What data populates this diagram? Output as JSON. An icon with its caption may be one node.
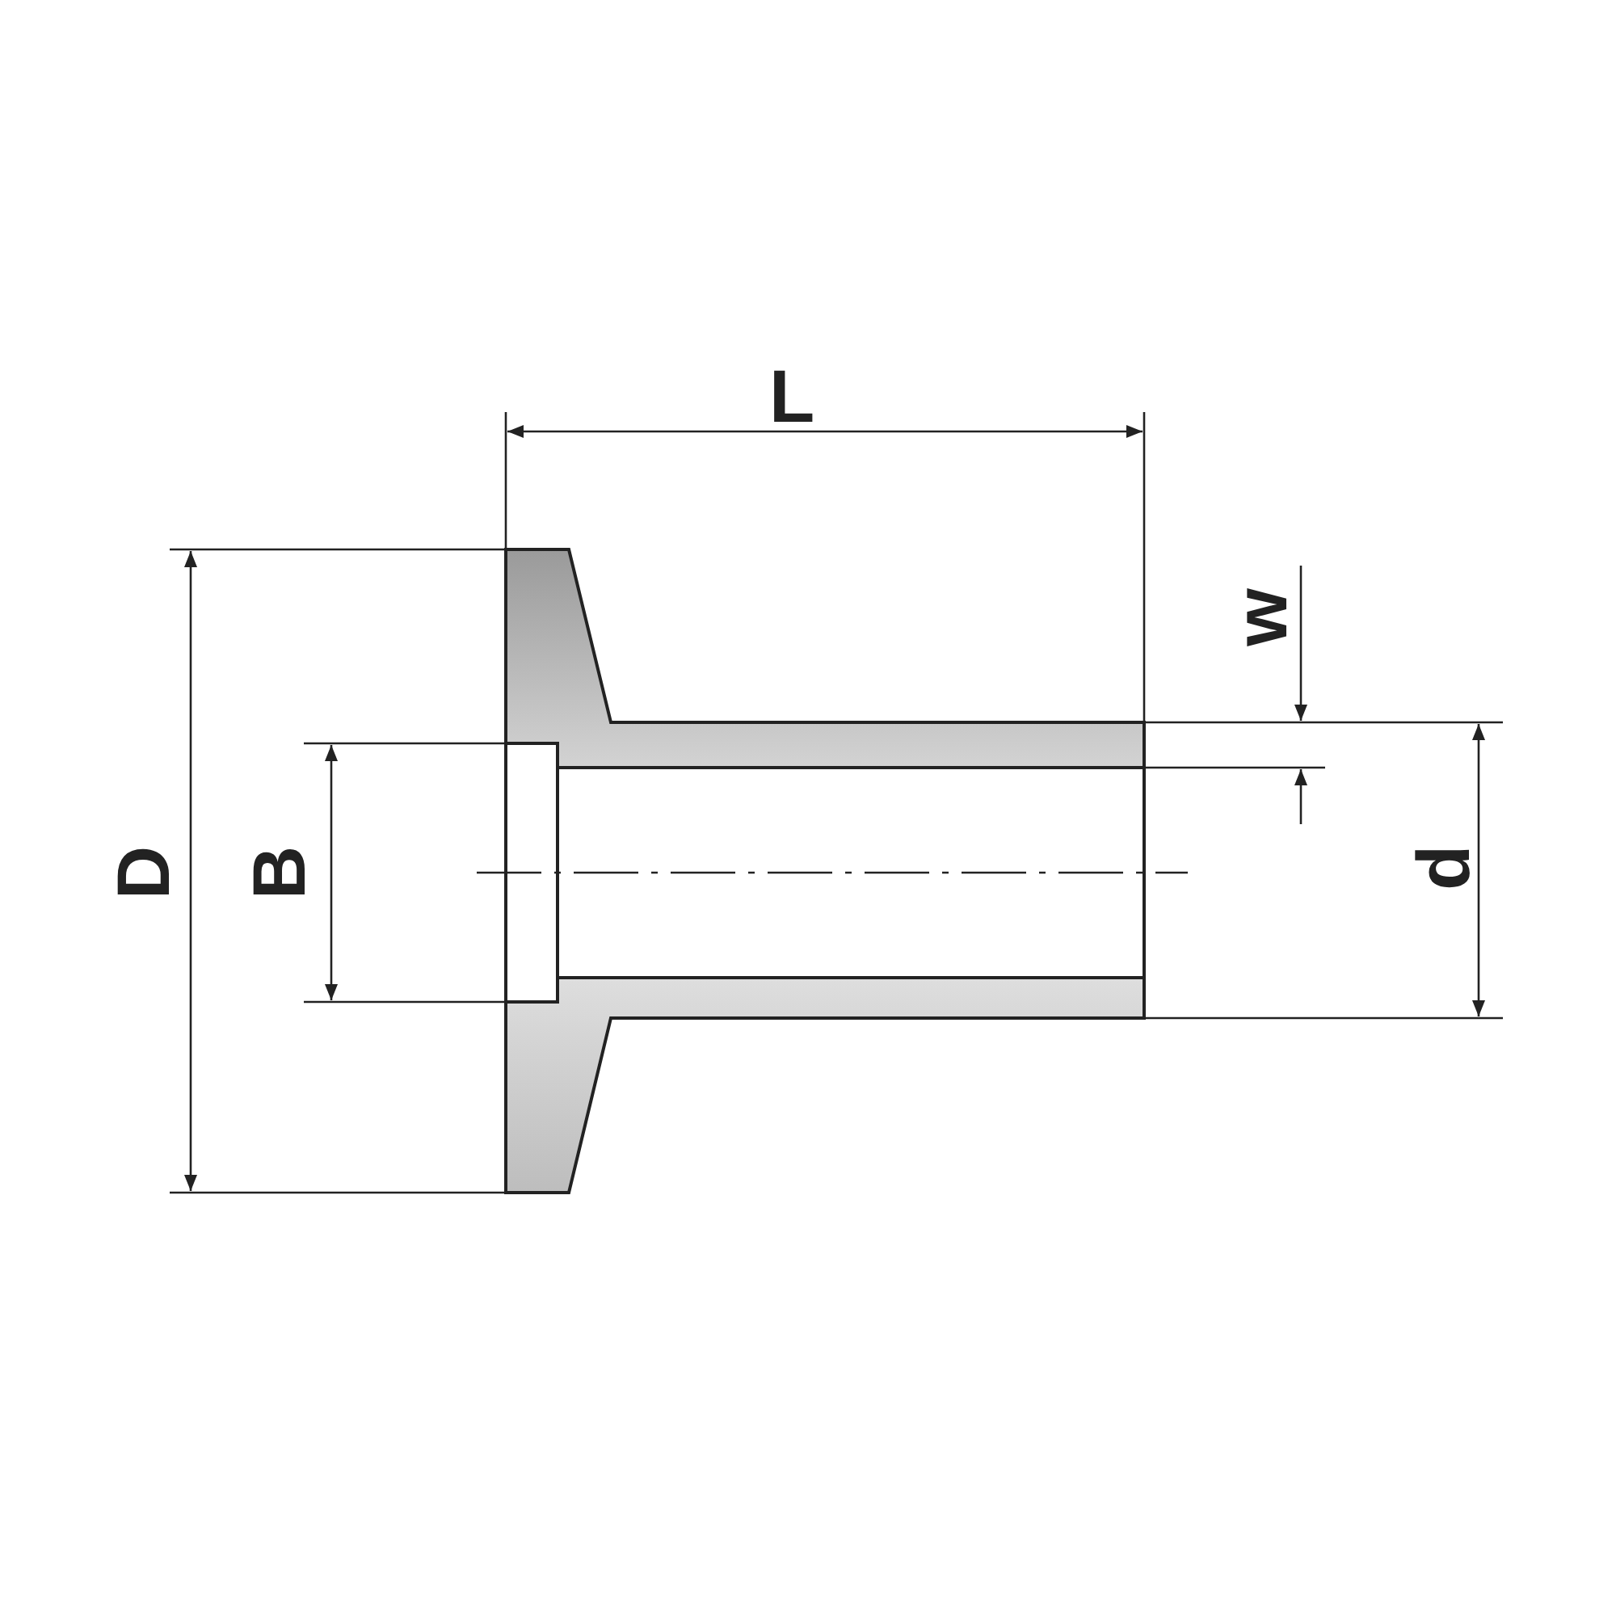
{
  "diagram": {
    "labels": [
      "L",
      "w",
      "D",
      "B",
      "d"
    ]
  }
}
